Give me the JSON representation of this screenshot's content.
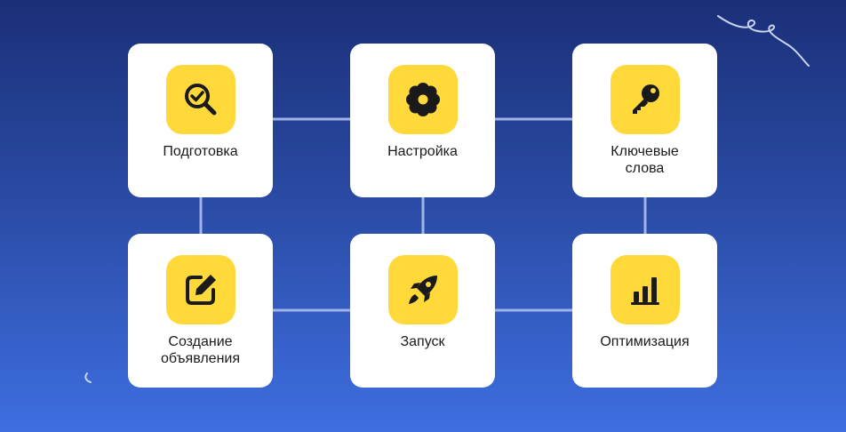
{
  "colors": {
    "background_top": "#1b2f78",
    "background_bottom": "#3e6ee0",
    "card": "#ffffff",
    "icon_tile": "#ffd83a",
    "connector": "#9fb3e8",
    "icon_stroke": "#1a1a1a"
  },
  "steps": [
    {
      "label": "Подготовка",
      "icon": "search-check-icon"
    },
    {
      "label": "Настройка",
      "icon": "gear-icon"
    },
    {
      "label": "Ключевые\nслова",
      "icon": "key-icon"
    },
    {
      "label": "Создание\nобъявления",
      "icon": "edit-icon"
    },
    {
      "label": "Запуск",
      "icon": "rocket-icon"
    },
    {
      "label": "Оптимизация",
      "icon": "bar-chart-icon"
    }
  ]
}
